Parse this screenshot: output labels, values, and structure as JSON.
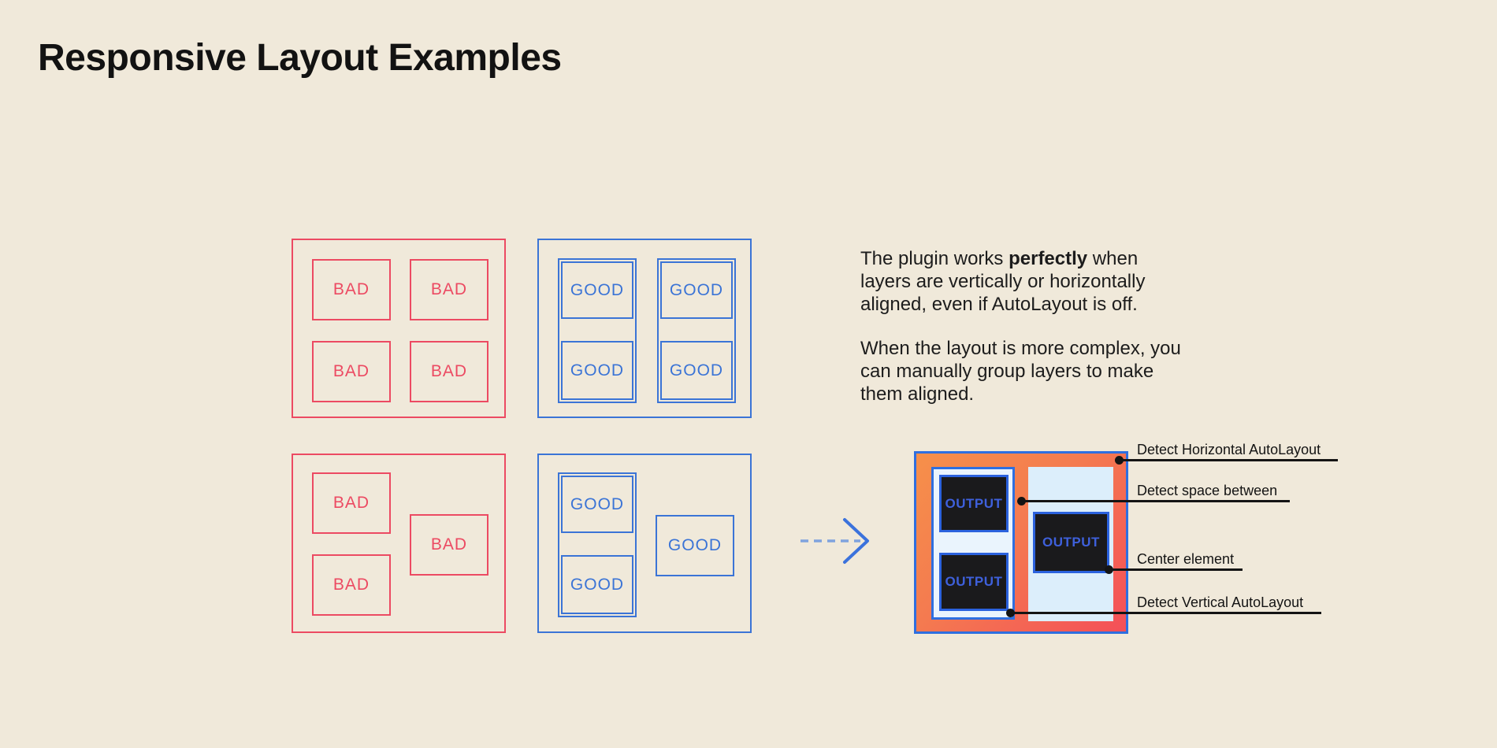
{
  "page": {
    "title": "Responsive Layout Examples",
    "background_color": "#F0E9DA"
  },
  "labels": {
    "bad": "BAD",
    "good": "GOOD",
    "output": "OUTPUT"
  },
  "description": {
    "para1": {
      "line1_pre": "The plugin works ",
      "line1_bold": "perfectly",
      "line1_post": " when",
      "line2": "layers are vertically or horizontally",
      "line3": "aligned, even if AutoLayout is off."
    },
    "para2": {
      "line1": "When the layout is more complex, you",
      "line2": "can manually group layers to make",
      "line3": "them aligned."
    }
  },
  "annotations": [
    {
      "label": "Detect Horizontal AutoLayout"
    },
    {
      "label": "Detect space between"
    },
    {
      "label": "Center element"
    },
    {
      "label": "Detect Vertical AutoLayout"
    }
  ],
  "colors": {
    "bad": "#EC4A62",
    "good": "#3B74D6",
    "output_frame_border": "#2E6FE0",
    "output_gradient_start": "#F6904A",
    "output_gradient_end": "#F44F58",
    "output_panel_fill": "#DCEEFB",
    "output_box_fill": "#1A1A1C",
    "output_text": "#3E60DB",
    "annotation_ink": "#141414",
    "background": "#F0E9DA"
  }
}
